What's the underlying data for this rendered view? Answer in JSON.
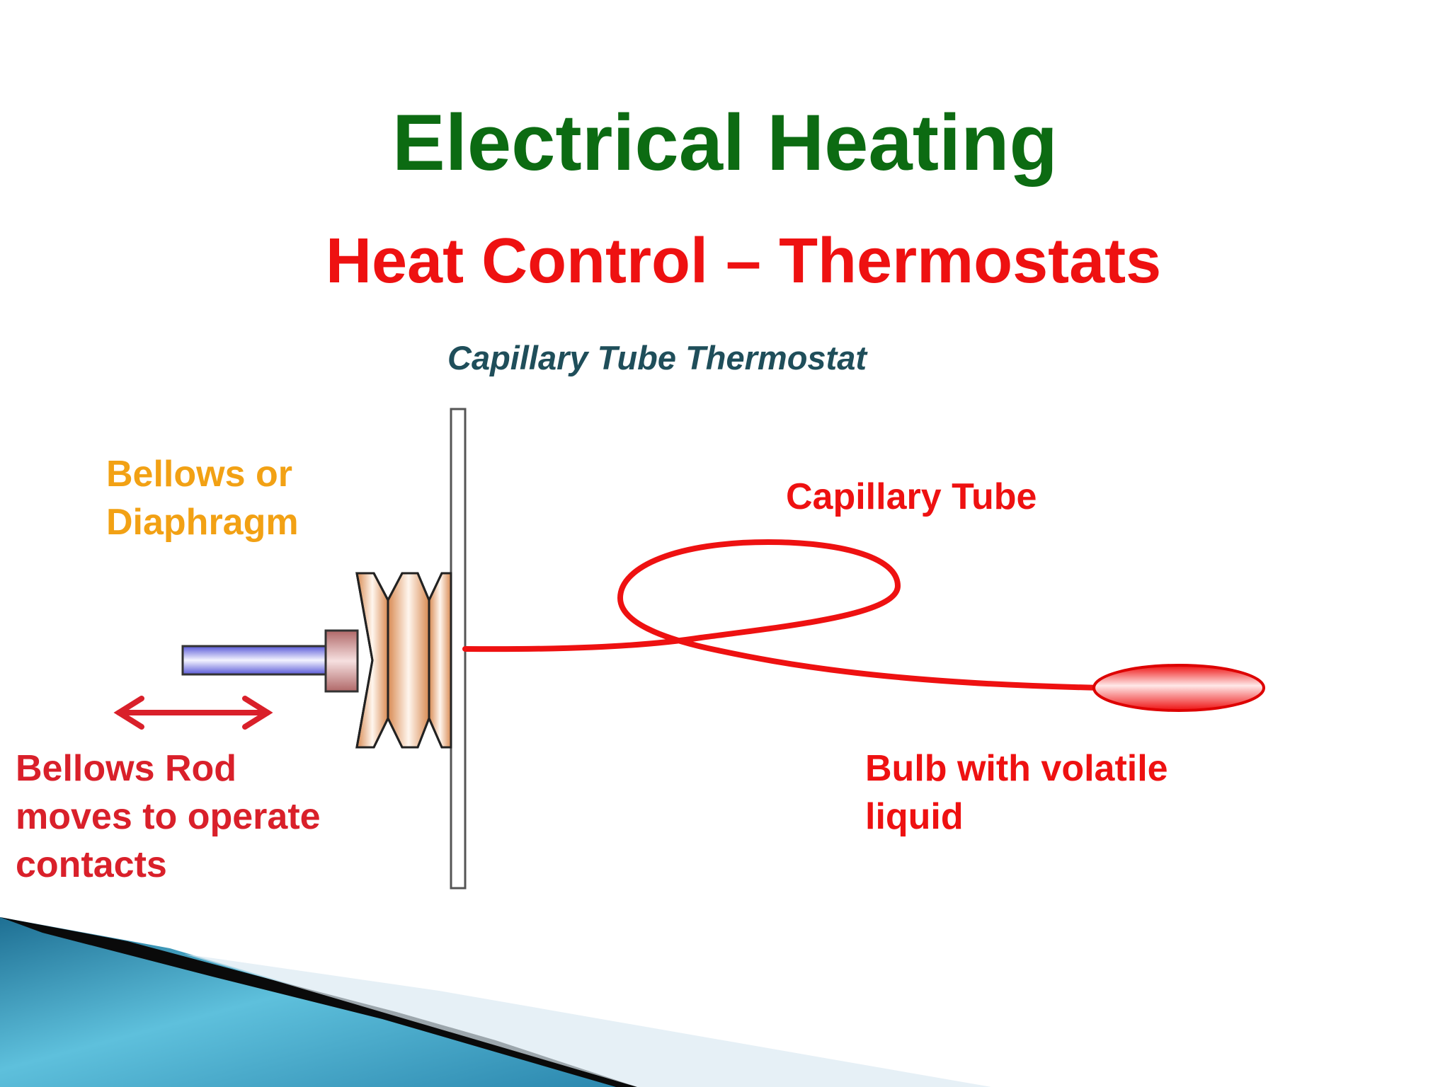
{
  "slide": {
    "title": "Electrical Heating",
    "subtitle": "Heat Control – Thermostats",
    "diagram_caption": "Capillary Tube Thermostat"
  },
  "labels": {
    "bellows": [
      "Bellows or",
      "Diaphragm"
    ],
    "capillary_tube": "Capillary Tube",
    "bellows_rod": [
      "Bellows Rod",
      "moves to operate",
      "contacts"
    ],
    "bulb": [
      "Bulb with volatile",
      "liquid"
    ]
  },
  "colors": {
    "title": "#0c6b12",
    "subtitle": "#ee1111",
    "caption": "#1f4e5a",
    "bellows_label": "#f2a114",
    "red_label": "#d9202a",
    "tube": "#ee1111",
    "rod": "#8a8af0",
    "bellows_fill": "#e3a072",
    "decor_dark": "#0a0a0a",
    "decor_blue": "#3aa6c8"
  },
  "icons": [
    "double-arrow-icon"
  ]
}
